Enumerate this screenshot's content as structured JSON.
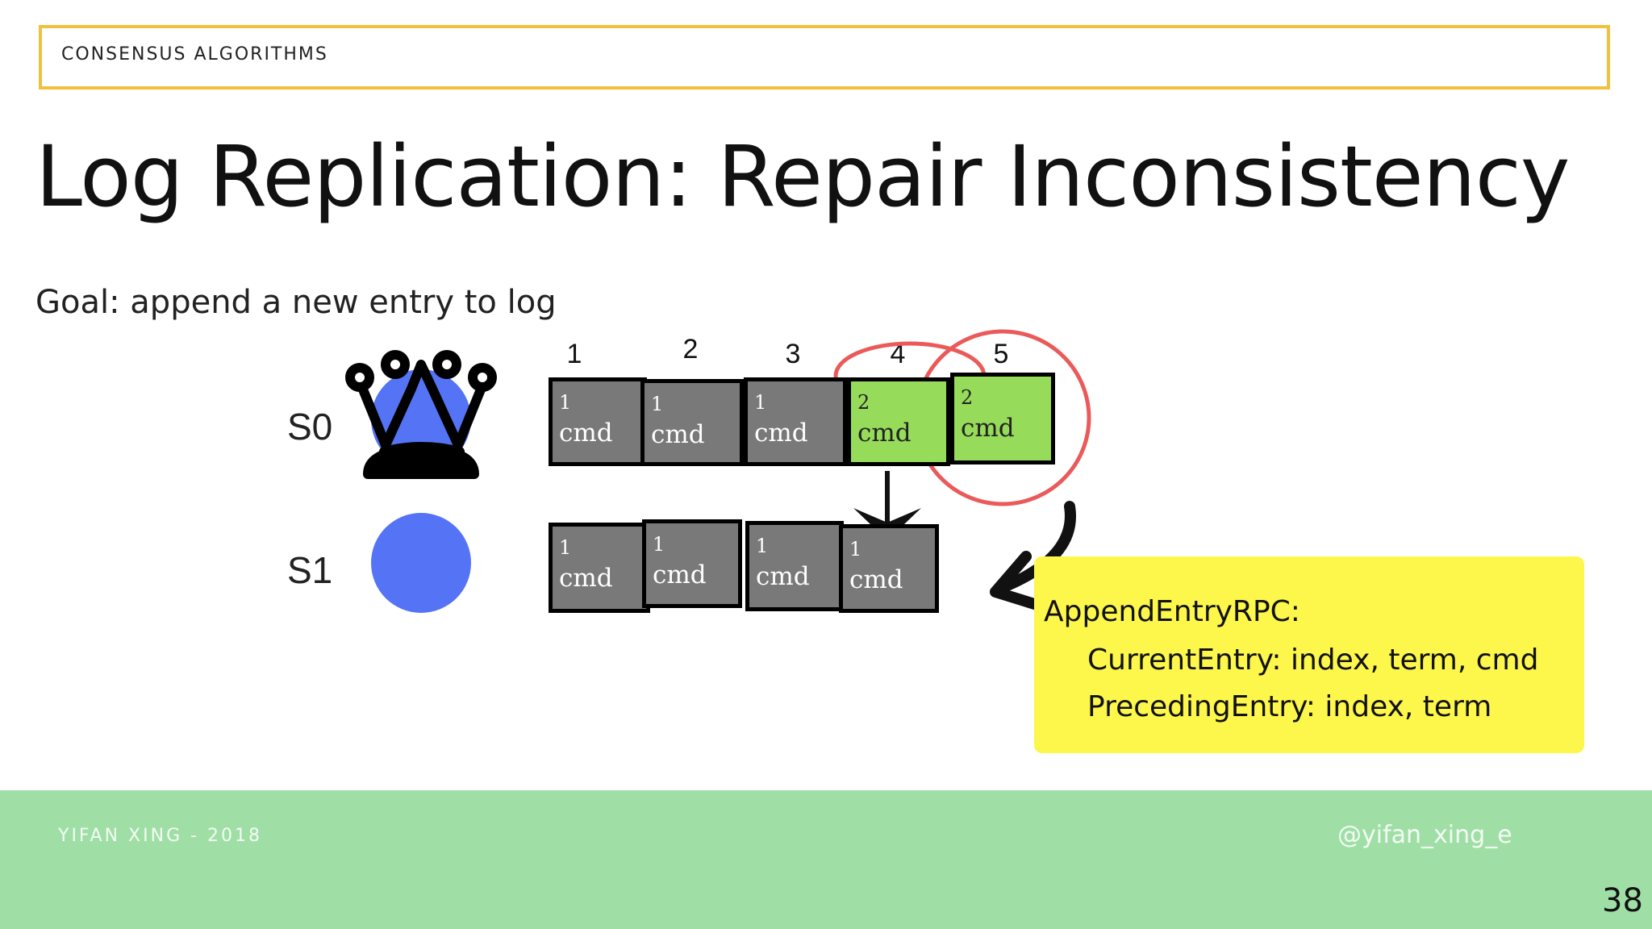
{
  "header": {
    "label": "CONSENSUS ALGORITHMS"
  },
  "title": "Log Replication: Repair Inconsistency",
  "goal": "Goal: append a new entry to log",
  "indices": [
    "1",
    "2",
    "3",
    "4",
    "5"
  ],
  "servers": [
    {
      "label": "S0",
      "role_icon": "crown-icon",
      "color": "#5473f5",
      "entries": [
        {
          "term": "1",
          "cmd": "cmd",
          "status": "existing"
        },
        {
          "term": "1",
          "cmd": "cmd",
          "status": "existing"
        },
        {
          "term": "1",
          "cmd": "cmd",
          "status": "existing"
        },
        {
          "term": "2",
          "cmd": "cmd",
          "status": "new"
        },
        {
          "term": "2",
          "cmd": "cmd",
          "status": "new"
        }
      ]
    },
    {
      "label": "S1",
      "color": "#5473f5",
      "entries": [
        {
          "term": "1",
          "cmd": "cmd",
          "status": "existing"
        },
        {
          "term": "1",
          "cmd": "cmd",
          "status": "existing"
        },
        {
          "term": "1",
          "cmd": "cmd",
          "status": "existing"
        },
        {
          "term": "1",
          "cmd": "cmd",
          "status": "existing"
        }
      ]
    }
  ],
  "rpc": {
    "title": "AppendEntryRPC:",
    "current_entry": "CurrentEntry: index, term, cmd",
    "preceding_entry": "PrecedingEntry: index, term"
  },
  "colors": {
    "header_border": "#f0c040",
    "existing_entry": "#7a797a",
    "new_entry": "#96dc5a",
    "highlight_circle": "#eb5a5a",
    "rpc_box": "#fdf74c",
    "footer": "#9fdfa6"
  },
  "footer": {
    "author": "YIFAN XING - 2018",
    "handle": "@yifan_xing_e",
    "page": "38"
  }
}
